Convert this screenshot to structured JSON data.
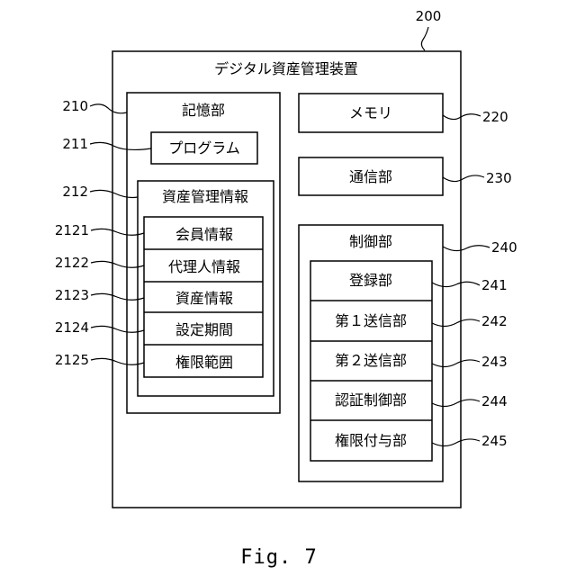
{
  "figure": {
    "caption": "Fig. 7",
    "device": {
      "ref": "200",
      "label": "デジタル資産管理装置"
    },
    "storage": {
      "ref": "210",
      "label": "記憶部"
    },
    "program": {
      "ref": "211",
      "label": "プログラム"
    },
    "asset_info": {
      "ref": "212",
      "label": "資産管理情報"
    },
    "asset_items": [
      {
        "ref": "2121",
        "label": "会員情報"
      },
      {
        "ref": "2122",
        "label": "代理人情報"
      },
      {
        "ref": "2123",
        "label": "資産情報"
      },
      {
        "ref": "2124",
        "label": "設定期間"
      },
      {
        "ref": "2125",
        "label": "権限範囲"
      }
    ],
    "memory": {
      "ref": "220",
      "label": "メモリ"
    },
    "comm": {
      "ref": "230",
      "label": "通信部"
    },
    "control": {
      "ref": "240",
      "label": "制御部"
    },
    "control_items": [
      {
        "ref": "241",
        "label": "登録部"
      },
      {
        "ref": "242",
        "label": "第１送信部"
      },
      {
        "ref": "243",
        "label": "第２送信部"
      },
      {
        "ref": "244",
        "label": "認証制御部"
      },
      {
        "ref": "245",
        "label": "権限付与部"
      }
    ]
  }
}
